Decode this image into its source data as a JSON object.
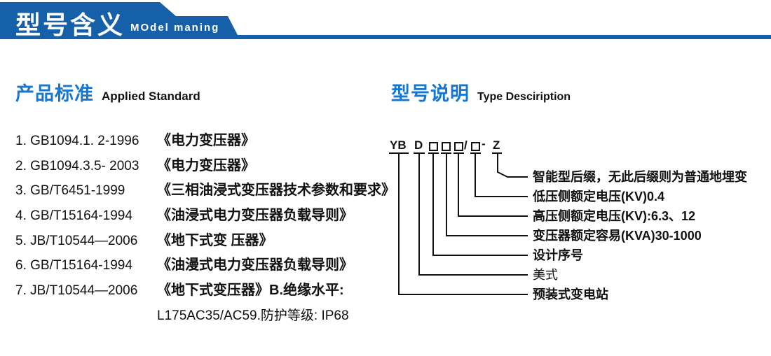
{
  "banner": {
    "title_cn": "型号含义",
    "title_en": "MOdel maning"
  },
  "left_section": {
    "title_cn": "产品标准",
    "title_en": "Applied Standard",
    "items": [
      {
        "code": "1. GB1094.1. 2-1996",
        "title": "《电力变压器》"
      },
      {
        "code": "2. GB1094.3.5- 2003",
        "title": "《电力变压器》"
      },
      {
        "code": "3. GB/T6451-1999",
        "title": "《三相油浸式变压器技术参数和要求》"
      },
      {
        "code": "4. GB/T15164-1994",
        "title": "《油浸式电力变压器负载导则》"
      },
      {
        "code": "5. JB/T10544—2006",
        "title": "《地下式变 压器》"
      },
      {
        "code": "6. GB/T15164-1994",
        "title": "《油漫式电力变压器负载导则》"
      },
      {
        "code": "7. JB/T10544—2006",
        "title": "《地下式变压器》B.绝缘水平:"
      }
    ],
    "continuation": "L175AC35/AC59.防护等级: IP68"
  },
  "right_section": {
    "title_cn": "型号说明",
    "title_en": "Type Desciription",
    "model_code": {
      "segments": [
        "YB",
        "D",
        "□",
        "□",
        "□",
        "/",
        "□",
        "-",
        "Z"
      ]
    },
    "labels": [
      "智能型后缀，无此后缀则为普通地埋变",
      "低压侧额定电压(KV)0.4",
      "高压侧额定电压(KV):6.3、12",
      "变压器额定容易(KVA)30-1000",
      "设计序号",
      "美式",
      "预装式变电站"
    ]
  },
  "colors": {
    "banner_blue": "#1560a8",
    "heading_blue": "#1577d2",
    "line_black": "#111111"
  }
}
